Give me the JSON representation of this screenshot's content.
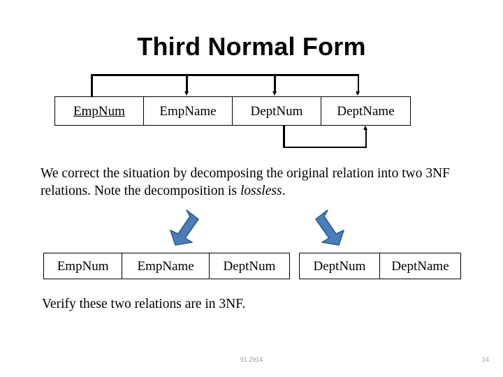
{
  "slide": {
    "title": "Third Normal Form",
    "background_color": "#ffffff",
    "text_color": "#000000"
  },
  "original_relation": {
    "name": "original-relation",
    "attributes": [
      {
        "label": "EmpNum",
        "is_key": true
      },
      {
        "label": "EmpName",
        "is_key": false
      },
      {
        "label": "DeptNum",
        "is_key": false
      },
      {
        "label": "DeptName",
        "is_key": false
      }
    ]
  },
  "dependencies": {
    "primary": {
      "determinant": "EmpNum",
      "dependents": [
        "EmpName",
        "DeptNum",
        "DeptName"
      ]
    },
    "transitive": {
      "determinant": "DeptNum",
      "dependents": [
        "DeptName"
      ]
    }
  },
  "body": {
    "decomposition_text_part1": "We correct the situation by decomposing the original relation into two 3NF relations. Note the decomposition is ",
    "decomposition_text_emphasis": "lossless",
    "decomposition_text_part2": ".",
    "verify_text": "Verify these two relations are in 3NF."
  },
  "arrows": {
    "fill_color": "#4a7ebb",
    "stroke_color": "#2d5b8e",
    "left": {
      "name": "decomposition-arrow-left",
      "direction": "down-left"
    },
    "right": {
      "name": "decomposition-arrow-right",
      "direction": "down-right"
    }
  },
  "decomposed_relations": [
    {
      "name": "employee-relation",
      "attributes": [
        {
          "label": "EmpNum",
          "is_key": false
        },
        {
          "label": "EmpName",
          "is_key": false
        },
        {
          "label": "DeptNum",
          "is_key": false
        }
      ]
    },
    {
      "name": "department-relation",
      "attributes": [
        {
          "label": "DeptNum",
          "is_key": false
        },
        {
          "label": "DeptName",
          "is_key": false
        }
      ]
    }
  ],
  "footer": {
    "course_code": "91.2914",
    "page_number": "24"
  }
}
